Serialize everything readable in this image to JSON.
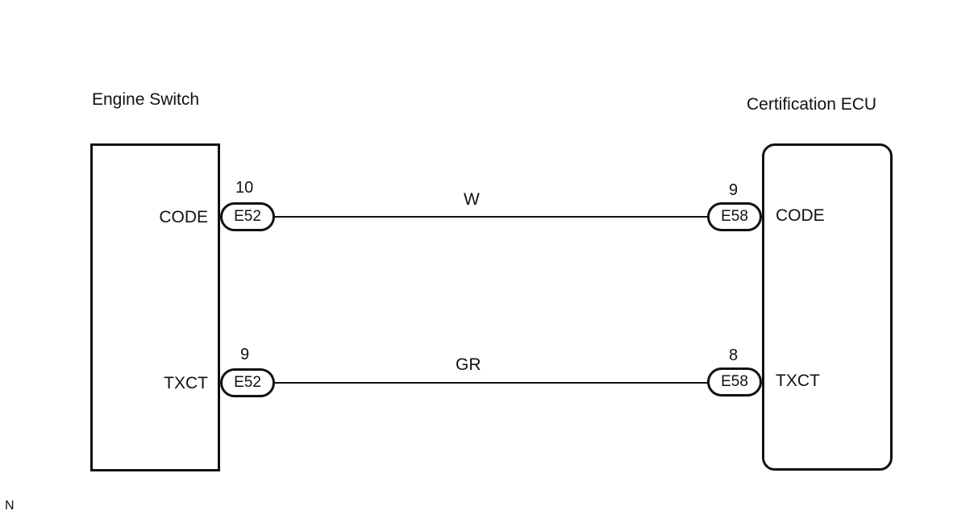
{
  "components": {
    "left": {
      "title": "Engine Switch"
    },
    "right": {
      "title": "Certification ECU"
    }
  },
  "wires": [
    {
      "color": "W",
      "left_pin_label": "CODE",
      "left_pin_number": "10",
      "left_connector": "E52",
      "right_pin_label": "CODE",
      "right_pin_number": "9",
      "right_connector": "E58"
    },
    {
      "color": "GR",
      "left_pin_label": "TXCT",
      "left_pin_number": "9",
      "left_connector": "E52",
      "right_pin_label": "TXCT",
      "right_pin_number": "8",
      "right_connector": "E58"
    }
  ],
  "footnote": "N"
}
